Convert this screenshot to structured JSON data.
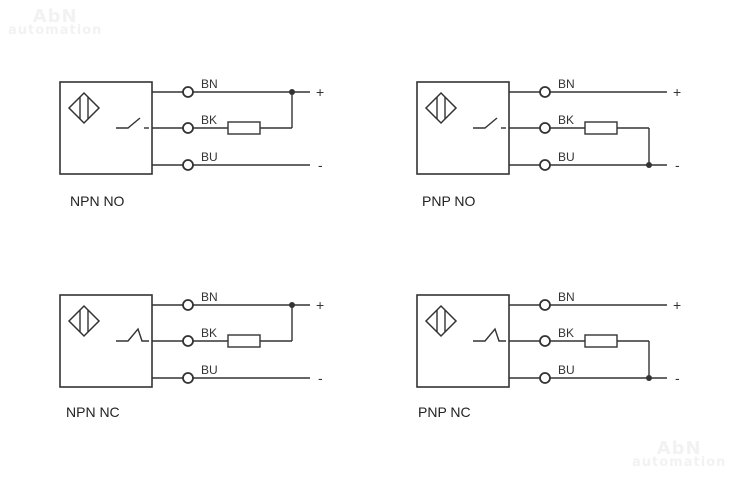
{
  "watermark": {
    "brand": "AbN",
    "sub": "automation"
  },
  "colors": {
    "line": "#333333",
    "watermark": "#f0f0f0"
  },
  "diagrams": [
    {
      "id": "npn-no",
      "caption": "NPN NO",
      "type": "NPN",
      "contact": "NO",
      "wires": [
        "BN",
        "BK",
        "BU"
      ],
      "terminals": [
        "+",
        "-"
      ]
    },
    {
      "id": "pnp-no",
      "caption": "PNP NO",
      "type": "PNP",
      "contact": "NO",
      "wires": [
        "BN",
        "BK",
        "BU"
      ],
      "terminals": [
        "+",
        "-"
      ]
    },
    {
      "id": "npn-nc",
      "caption": "NPN NC",
      "type": "NPN",
      "contact": "NC",
      "wires": [
        "BN",
        "BK",
        "BU"
      ],
      "terminals": [
        "+",
        "-"
      ]
    },
    {
      "id": "pnp-nc",
      "caption": "PNP NC",
      "type": "PNP",
      "contact": "NC",
      "wires": [
        "BN",
        "BK",
        "BU"
      ],
      "terminals": [
        "+",
        "-"
      ]
    }
  ]
}
